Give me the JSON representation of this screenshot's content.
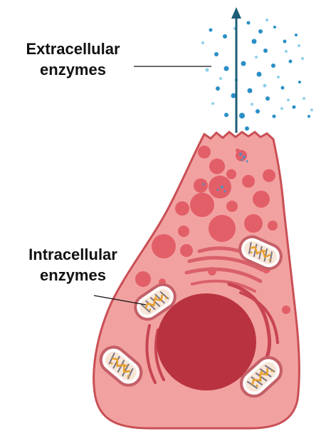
{
  "labels": {
    "extracellular_line1": "Extracellular",
    "extracellular_line2": "enzymes",
    "intracellular_line1": "Intracellular",
    "intracellular_line2": "enzymes"
  },
  "colors": {
    "cell_fill": "#f2a1a1",
    "cell_outline": "#c94f55",
    "organelle_dark": "#e25f68",
    "nucleus": "#b8333f",
    "enzyme_blue": "#2a8fc6",
    "enzyme_light": "#8fd0ea",
    "arrow": "#1d5f78",
    "mitochondria_stripe": "#f0b040"
  },
  "icons": {
    "arrow": "secretion-arrow-icon",
    "mitochondrion": "mitochondrion-icon",
    "nucleus": "nucleus-icon"
  }
}
